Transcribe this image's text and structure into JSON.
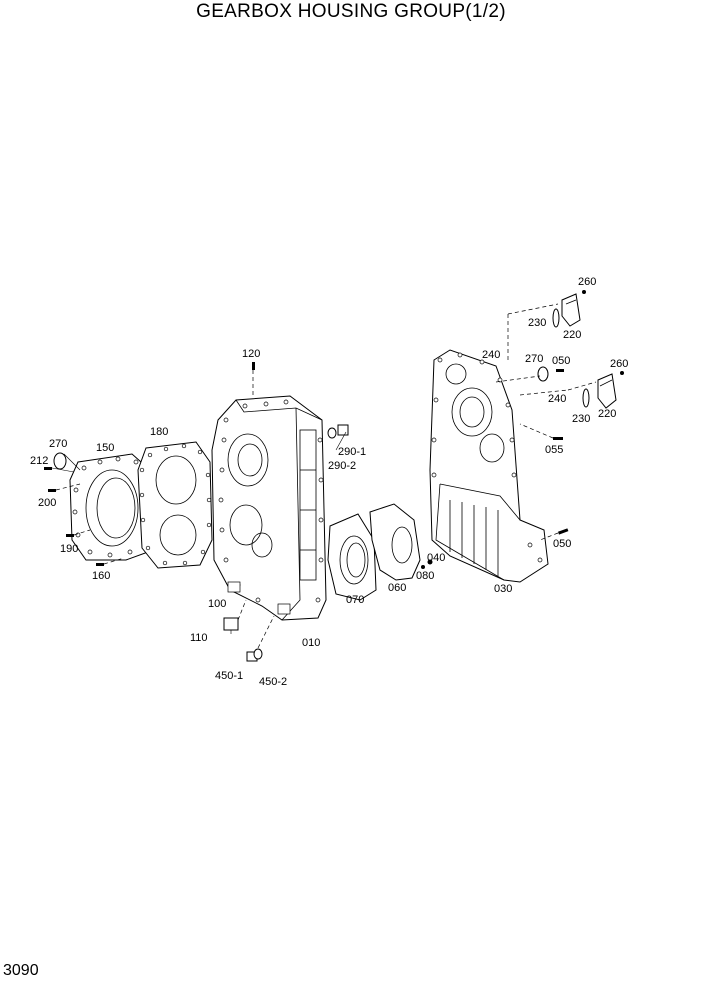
{
  "title": "GEARBOX HOUSING GROUP(1/2)",
  "page_number": "3090",
  "parts": {
    "p010": "010",
    "p030": "030",
    "p040": "040",
    "p050a": "050",
    "p050b": "050",
    "p055": "055",
    "p060": "060",
    "p070": "070",
    "p080": "080",
    "p100": "100",
    "p110": "110",
    "p120": "120",
    "p150": "150",
    "p160": "160",
    "p180": "180",
    "p190": "190",
    "p200": "200",
    "p212": "212",
    "p220a": "220",
    "p220b": "220",
    "p230a": "230",
    "p230b": "230",
    "p240a": "240",
    "p240b": "240",
    "p260a": "260",
    "p260b": "260",
    "p270a": "270",
    "p270b": "270",
    "p290_1": "290-1",
    "p290_2": "290-2",
    "p450_1": "450-1",
    "p450_2": "450-2"
  }
}
